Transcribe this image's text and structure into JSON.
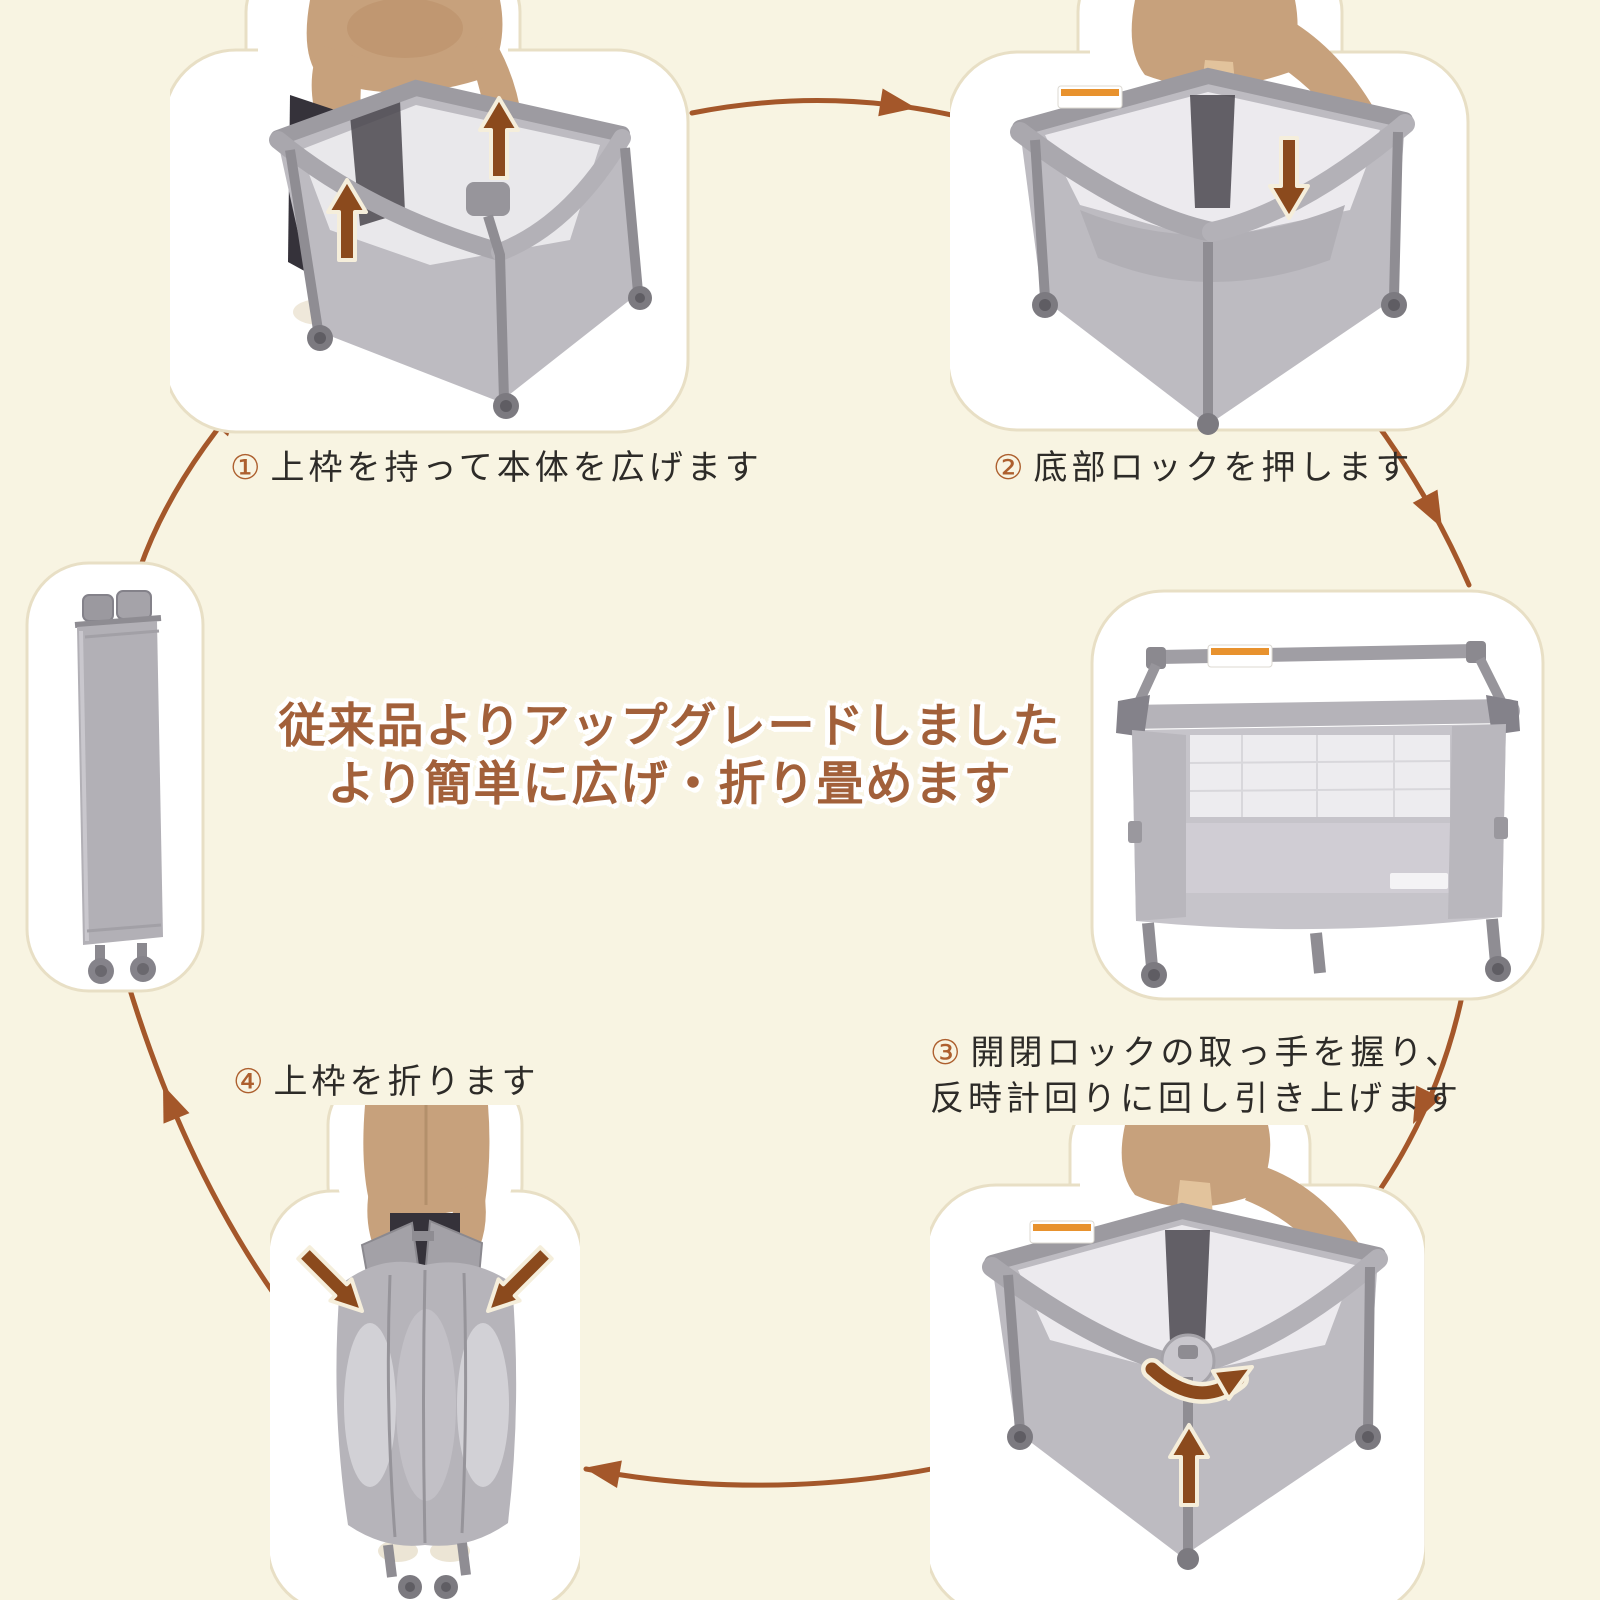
{
  "palette": {
    "background": "#f8f4e2",
    "flow_arrow": "#a4572a",
    "inner_arrow": "#8b4a1d",
    "inner_arrow_outline": "#f5eedb",
    "step_number": "#ad5f2e",
    "step_text": "#2d2b28",
    "heading_text": "#a2603a",
    "blob_outline": "#e8dfc5",
    "product_gray": "#b6b4ba"
  },
  "heading": {
    "line1": "従来品よりアップグレードしました",
    "line2": "より簡単に広げ・折り畳めます"
  },
  "steps": {
    "s1": {
      "number": "①",
      "label": "上枠を持って本体を広げます"
    },
    "s2": {
      "number": "②",
      "label": "底部ロックを押します"
    },
    "s3": {
      "number": "③",
      "line1": "開閉ロックの取っ手を握り、",
      "line2": "反時計回りに回し引き上げます"
    },
    "s4": {
      "number": "④",
      "label": "上枠を折ります"
    }
  },
  "figures": {
    "f1": "person-unfolding-playpen-photo",
    "f2": "person-pressing-bottom-lock-photo",
    "f3": "assembled-playpen-photo",
    "f4": "person-rotating-center-lock-photo",
    "f5": "person-folding-top-frame-photo",
    "f6": "folded-playpen-photo"
  },
  "icons": {
    "up_arrow": "up-arrow-icon",
    "down_arrow": "down-arrow-icon",
    "rotate_arrow": "rotate-counterclockwise-arrow-icon",
    "fold_in_arrows": "fold-inward-arrows-icon"
  }
}
